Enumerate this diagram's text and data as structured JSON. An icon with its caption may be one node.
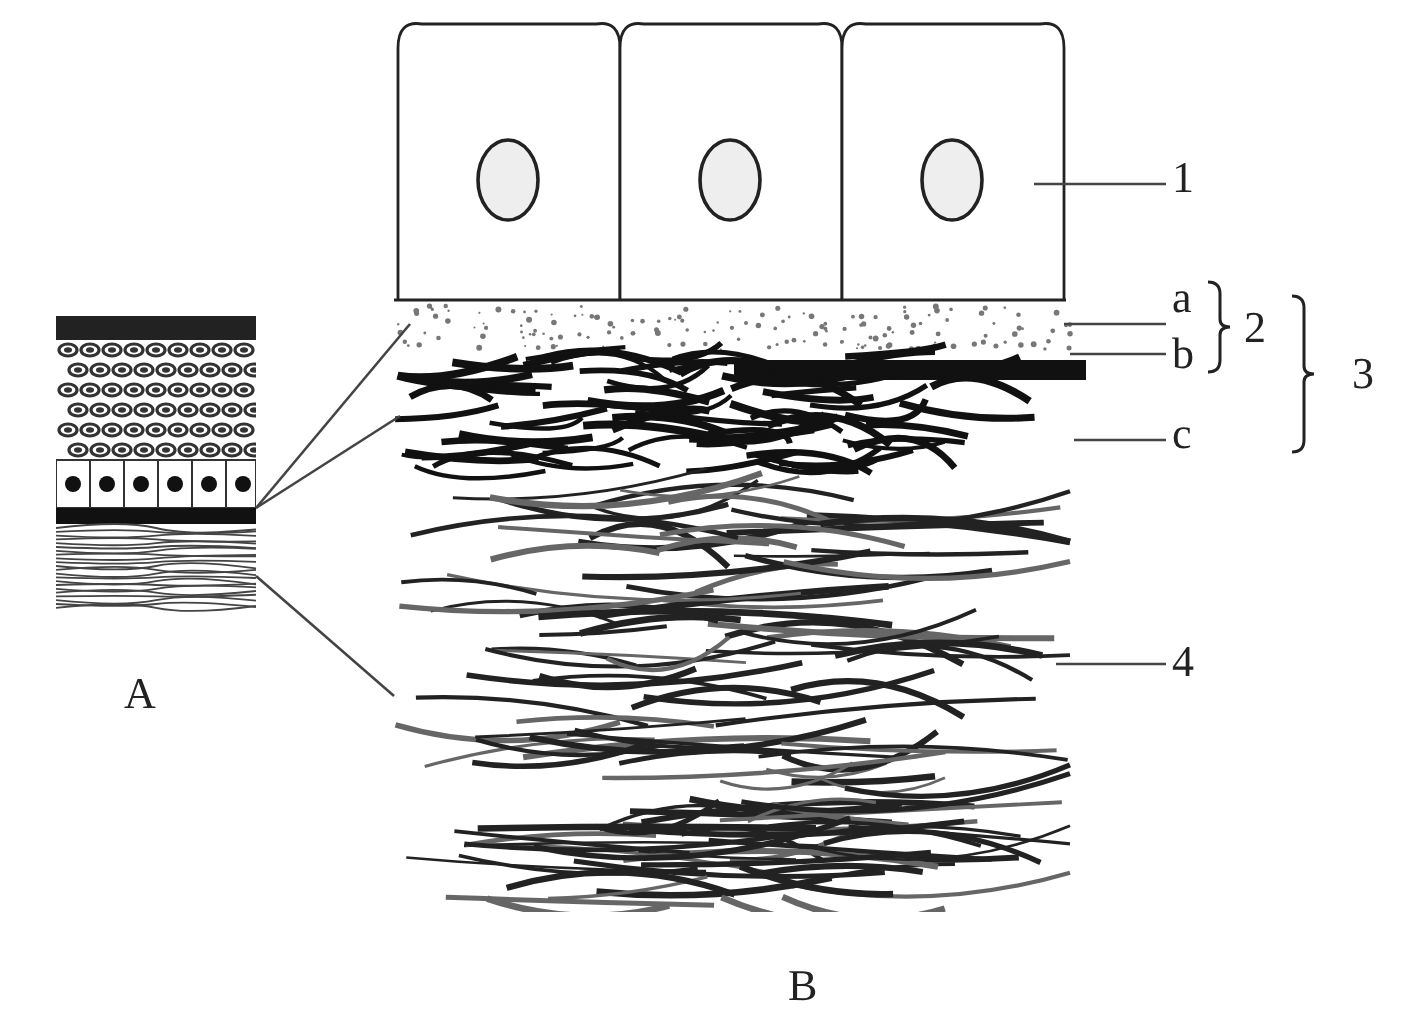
{
  "diagram": {
    "nodes": [
      {
        "text": [],
        "shape": "picture",
        "beside": [
          "A"
        ]
      },
      {
        "text": [],
        "shape": "picture",
        "beside": [
          "B"
        ]
      },
      {
        "text": [
          "1"
        ]
      },
      {
        "text": [
          "a"
        ]
      },
      {
        "text": [
          "b"
        ]
      },
      {
        "text": [
          "c"
        ]
      },
      {
        "text": [
          "4"
        ]
      }
    ],
    "edges": [
      {
        "from": 0,
        "to": 1,
        "arrow": "none"
      },
      {
        "from": 0,
        "to": 1,
        "arrow": "none"
      },
      {
        "from": 0,
        "to": 1,
        "arrow": "none"
      },
      {
        "from": 2,
        "to": 1,
        "arrow": "none"
      },
      {
        "from": 3,
        "to": 1,
        "arrow": "none"
      },
      {
        "from": 4,
        "to": 1,
        "arrow": "none"
      },
      {
        "from": 5,
        "to": 1,
        "arrow": "none"
      },
      {
        "from": 6,
        "to": 1,
        "arrow": "none"
      }
    ],
    "labels": [
      "2",
      "3"
    ]
  }
}
